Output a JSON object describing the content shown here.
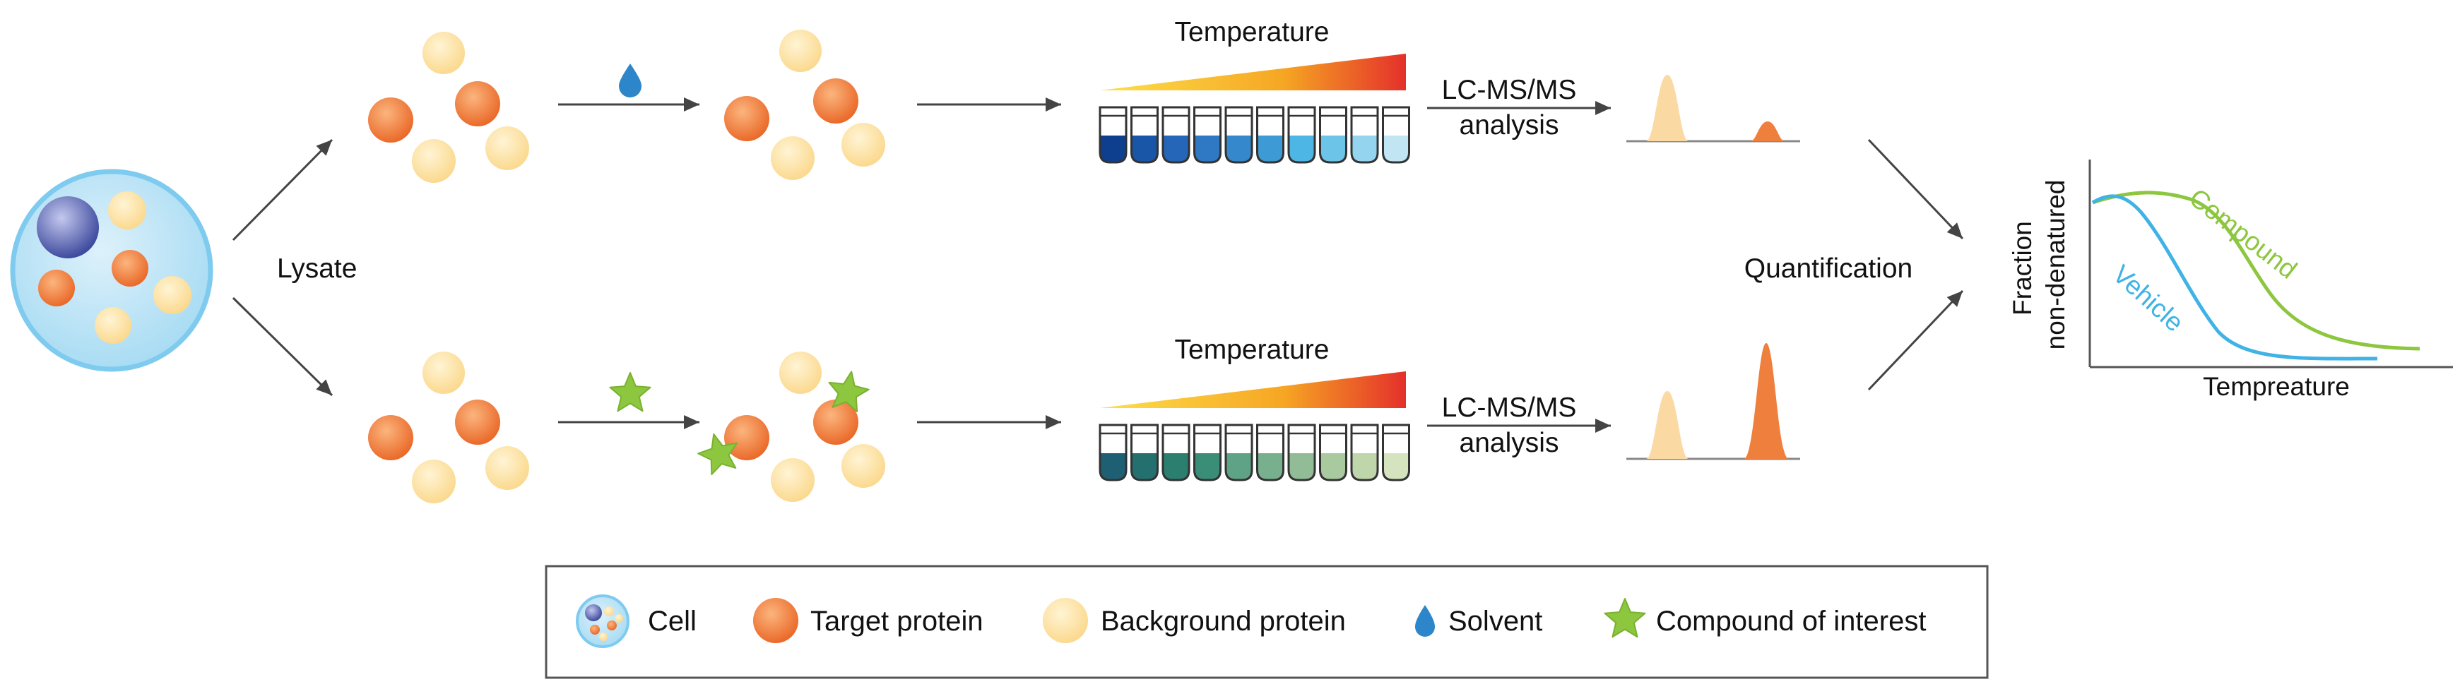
{
  "labels": {
    "lysate": "Lysate",
    "quantification": "Quantification",
    "temperature_top": "Temperature",
    "temperature_bottom": "Temperature",
    "lcms_top_1": "LC-MS/MS",
    "lcms_top_2": "analysis",
    "lcms_bottom_1": "LC-MS/MS",
    "lcms_bottom_2": "analysis"
  },
  "melt_plot": {
    "y_label_line1": "Fraction",
    "y_label_line2": "non-denatured",
    "x_label": "Tempreature",
    "series_compound": "Compound",
    "series_vehicle": "Vehicle"
  },
  "legend": {
    "cell": "Cell",
    "target": "Target protein",
    "background": "Background protein",
    "solvent": "Solvent",
    "compound": "Compound of interest"
  },
  "colors": {
    "target": "#f07a3a",
    "background": "#fde2a6",
    "cell_fill": "#bfe4f6",
    "cell_outline": "#7ecbef",
    "nucleus": "#4c5aa8",
    "solvent": "#2c86c9",
    "compound": "#8dc63f",
    "compound_curve": "#8dc63f",
    "vehicle_curve": "#3fb2e6",
    "peak_background": "#fbd9a3",
    "peak_target": "#ef7f3c",
    "gradient_start": "#fde04a",
    "gradient_end": "#e4302b"
  },
  "tubes_top": [
    "#0e3f8f",
    "#1a56a8",
    "#2566b8",
    "#2e78c4",
    "#3688cc",
    "#3e9ad4",
    "#4eb6e4",
    "#6cc4e8",
    "#95d4ee",
    "#c1e5f3"
  ],
  "tubes_bottom": [
    "#1e5f73",
    "#24706f",
    "#2a7f6e",
    "#3a8e78",
    "#5fa386",
    "#78b08e",
    "#91bc96",
    "#a9ca9f",
    "#bfd6ab",
    "#d5e4bf"
  ]
}
